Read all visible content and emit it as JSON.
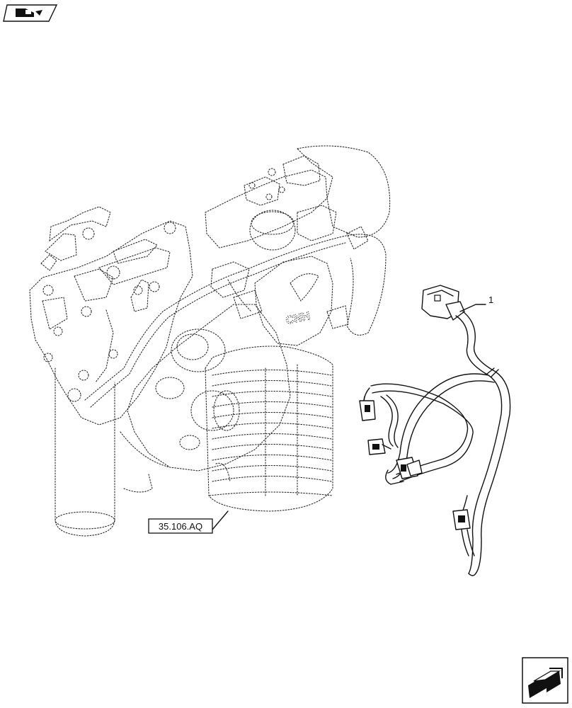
{
  "diagram": {
    "callouts": [
      {
        "id": "part-1",
        "label": "1"
      }
    ],
    "references": [
      {
        "id": "ref-35-106-aq",
        "label": "35.106.AQ"
      }
    ],
    "engine_brand_mark": "CNH"
  },
  "icons": {
    "top_left": "tractor-view-icon",
    "bottom_right": "next-page-arrow-icon"
  },
  "colors": {
    "line": "#111111",
    "ghost_line": "#2a2a2a",
    "background": "#ffffff"
  }
}
